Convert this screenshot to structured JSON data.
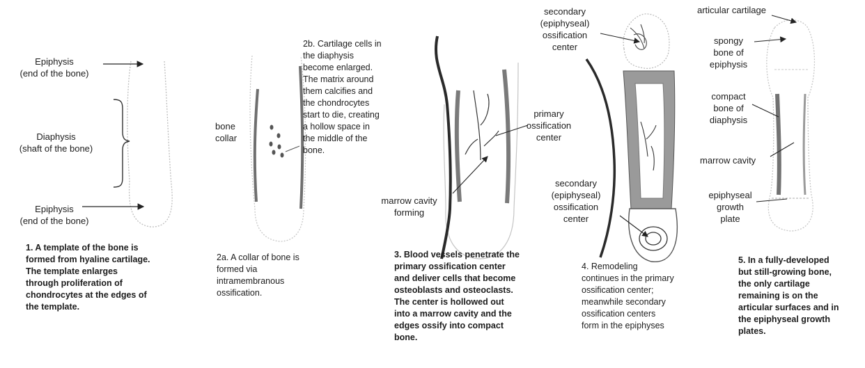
{
  "stage1": {
    "epiphysis_top": "Epiphysis\n(end of the bone)",
    "diaphysis": "Diaphysis\n(shaft of the bone)",
    "epiphysis_bottom": "Epiphysis\n(end of the bone)",
    "caption": "1. A template of the bone is\nformed from hyaline cartilage.\nThe template enlarges\nthrough proliferation of\nchondrocytes at the edges of\nthe template."
  },
  "stage2": {
    "bone_collar": "bone\ncollar",
    "note_2b": "2b. Cartilage cells in\nthe diaphysis\nbecome enlarged.\nThe matrix around\nthem calcifies and\nthe chondrocytes\nstart to die, creating\na hollow space in\nthe middle of the\nbone.",
    "caption": "2a. A collar of bone is\n       formed via\n       intramembranous\n       ossification."
  },
  "stage3": {
    "primary_center": "primary\nossification\ncenter",
    "marrow_forming": "marrow cavity\nforming",
    "caption": "3. Blood vessels penetrate the\nprimary ossification center\nand deliver cells that become\nosteoblasts and osteoclasts.\nThe center is hollowed out\ninto a marrow cavity and the\nedges ossify into compact\nbone."
  },
  "stage4": {
    "secondary_top": "secondary\n(epiphyseal)\nossification\ncenter",
    "secondary_bottom": "secondary\n(epiphyseal)\nossification\ncenter",
    "caption": "4. Remodeling\ncontinues in the primary\nossification center;\nmeanwhile secondary\nossification centers\nform in the epiphyses"
  },
  "stage5": {
    "articular": "articular cartilage",
    "spongy": "spongy\nbone of\nepiphysis",
    "compact": "compact\nbone of\ndiaphysis",
    "marrow": "marrow cavity",
    "growth_plate": "epiphyseal\ngrowth\nplate",
    "caption": "5. In a fully-developed\nbut still-growing bone,\nthe only cartilage\nremaining is on the\narticular surfaces and in\nthe epiphyseal growth\nplates."
  },
  "colors": {
    "cartilage_outline": "#b8b8b8",
    "bone": "#8a8a8a",
    "ink": "#1c1c1c"
  }
}
